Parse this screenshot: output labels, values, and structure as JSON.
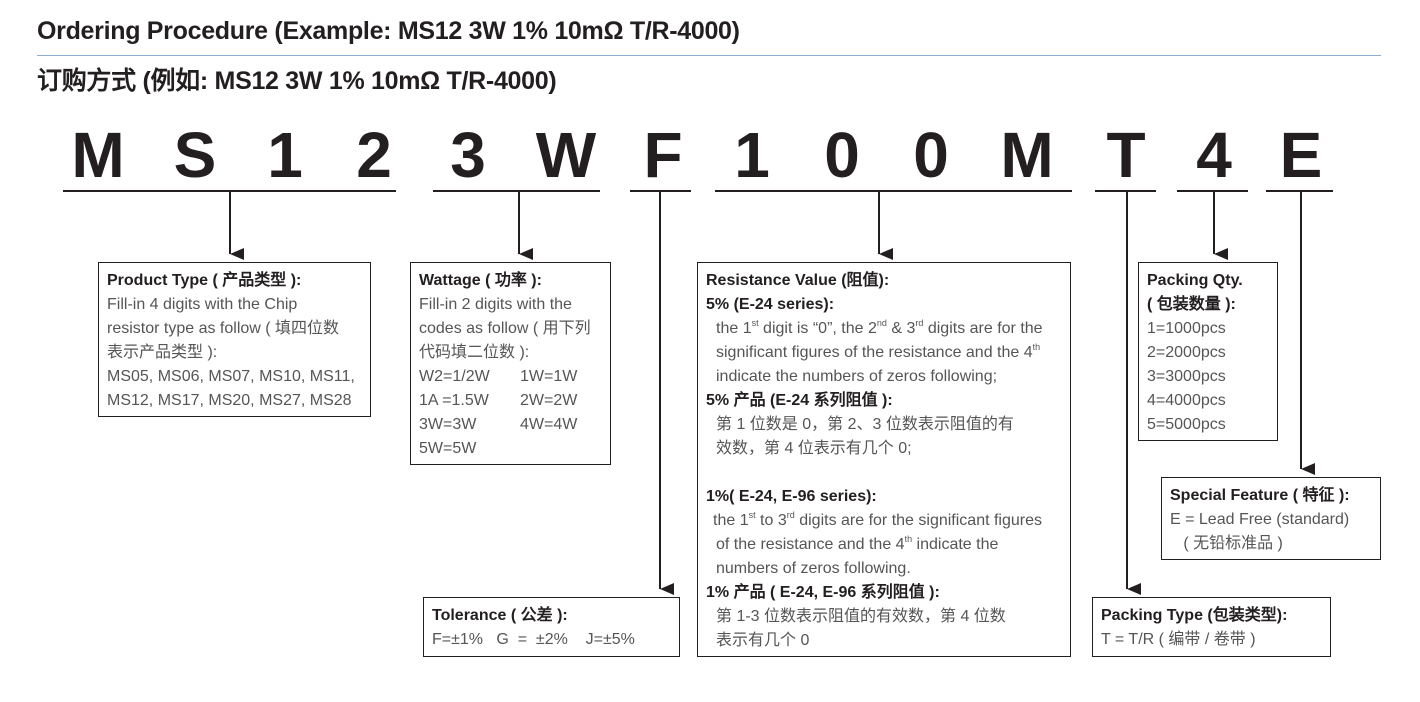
{
  "title_en": "Ordering Procedure (Example: MS12 3W 1% 10mΩ T/R-4000)",
  "title_cn": "订购方式 (例如: MS12 3W 1% 10mΩ T/R-4000)",
  "code_chars": [
    "M",
    "S",
    "1",
    "2",
    "3",
    "W",
    "F",
    "1",
    "0",
    "0",
    "M",
    "T",
    "4",
    "E"
  ],
  "product_type": {
    "heading": "Product Type ( 产品类型 ):",
    "lines": [
      "Fill-in 4 digits with the Chip",
      "resistor type as follow ( 填四位数",
      "表示产品类型 ):",
      "MS05, MS06, MS07, MS10, MS11,",
      "MS12, MS17, MS20, MS27, MS28"
    ]
  },
  "wattage": {
    "heading": "Wattage ( 功率 ):",
    "lines": [
      "Fill-in 2 digits with the",
      "codes as follow ( 用下列",
      "代码填二位数 ):"
    ],
    "pairs": [
      [
        "W2=1/2W",
        "1W=1W"
      ],
      [
        "1A =1.5W",
        "2W=2W"
      ],
      [
        "3W=3W",
        "4W=4W"
      ],
      [
        "5W=5W",
        ""
      ]
    ]
  },
  "tolerance": {
    "heading": "Tolerance ( 公差 ):",
    "line": "F=±1%   G  =  ±2%    J=±5%"
  },
  "resistance": {
    "heading": "Resistance Value (阻值):",
    "s1_title": "5% (E-24 series):",
    "s1_l1_a": "the 1",
    "s1_l1_s1": "st",
    "s1_l1_b": " digit is “0”, the 2",
    "s1_l1_s2": "nd",
    "s1_l1_c": " & 3",
    "s1_l1_s3": "rd",
    "s1_l1_d": " digits are for the",
    "s1_l2_a": "significant figures of the resistance and the 4",
    "s1_l2_s": "th",
    "s1_l3": "indicate the numbers of zeros following;",
    "s2_title": "5% 产品 (E-24 系列阻值 ):",
    "s2_l1": "第 1 位数是 0，第 2、3 位数表示阻值的有",
    "s2_l2": "效数，第 4 位表示有几个 0;",
    "s3_title": "1%( E-24, E-96 series):",
    "s3_l1_a": "the 1",
    "s3_l1_s1": "st",
    "s3_l1_b": " to 3",
    "s3_l1_s2": "rd",
    "s3_l1_c": " digits are for the significant figures",
    "s3_l2_a": "of the resistance and the 4",
    "s3_l2_s": "th",
    "s3_l2_b": " indicate the",
    "s3_l3": "numbers of zeros following.",
    "s4_title": "1% 产品 ( E-24, E-96 系列阻值 ):",
    "s4_l1": "第 1-3 位数表示阻值的有效数，第 4 位数",
    "s4_l2": "表示有几个 0"
  },
  "packing_qty": {
    "heading1": "Packing Qty.",
    "heading2": "( 包装数量 ):",
    "lines": [
      "1=1000pcs",
      "2=2000pcs",
      "3=3000pcs",
      "4=4000pcs",
      "5=5000pcs"
    ]
  },
  "special_feature": {
    "heading": "Special Feature ( 特征 ):",
    "lines": [
      "E = Lead Free (standard)",
      "   ( 无铅标准品 )"
    ]
  },
  "packing_type": {
    "heading": "Packing Type (包装类型):",
    "line": "T = T/R ( 编带 / 卷带 )"
  }
}
